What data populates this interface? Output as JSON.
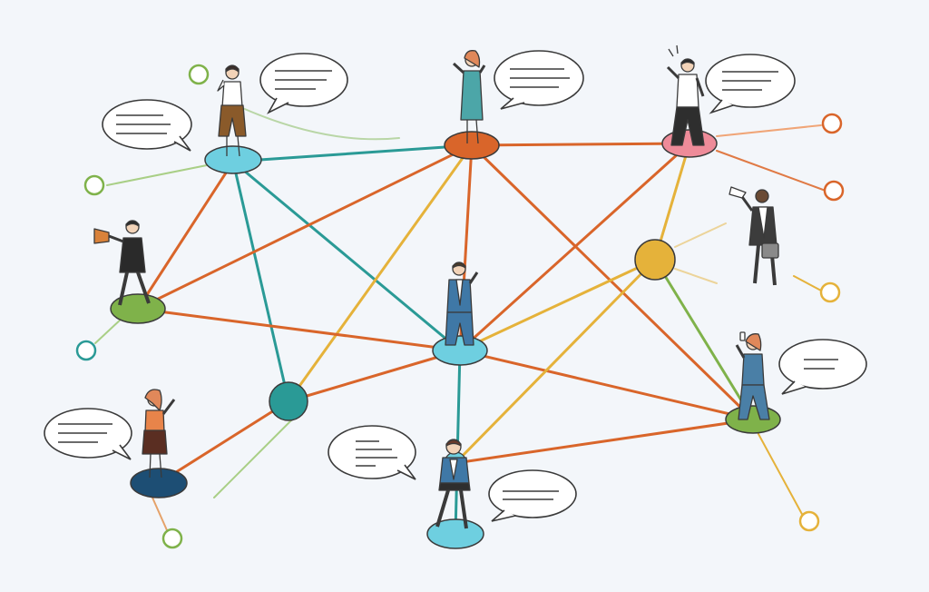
{
  "palette": {
    "background": "#f3f6fa",
    "orange": "#d9652a",
    "teal": "#2a9a96",
    "gold": "#e5b23a",
    "green": "#7fb24a",
    "navy": "#1d4e74",
    "sky": "#6ecfe0",
    "pink": "#ee8b99",
    "outline": "#3a3a3a",
    "bubble_fill": "#ffffff"
  },
  "nodes": [
    {
      "id": "top-left",
      "color": "sky",
      "figure": "person-thinking"
    },
    {
      "id": "top-center",
      "color": "orange",
      "figure": "person-talking"
    },
    {
      "id": "top-right",
      "color": "pink",
      "figure": "person-gesturing"
    },
    {
      "id": "mid-left",
      "color": "green",
      "figure": "person-megaphone"
    },
    {
      "id": "center",
      "color": "sky",
      "figure": "person-waving"
    },
    {
      "id": "hub-teal",
      "color": "teal",
      "figure": "none"
    },
    {
      "id": "hub-gold",
      "color": "gold",
      "figure": "none"
    },
    {
      "id": "right",
      "color": "green",
      "figure": "person-phone"
    },
    {
      "id": "bottom-left",
      "color": "navy",
      "figure": "person-speaking"
    },
    {
      "id": "bottom-center",
      "color": "sky",
      "figure": "person-walking"
    },
    {
      "id": "side-businessman",
      "color": "none",
      "figure": "person-megaphone-briefcase"
    }
  ],
  "edges": [
    {
      "from": "top-left",
      "to": "top-center",
      "color": "teal"
    },
    {
      "from": "top-left",
      "to": "hub-teal",
      "color": "teal"
    },
    {
      "from": "top-left",
      "to": "center",
      "color": "teal"
    },
    {
      "from": "top-left",
      "to": "mid-left",
      "color": "orange"
    },
    {
      "from": "top-center",
      "to": "top-right",
      "color": "orange"
    },
    {
      "from": "top-center",
      "to": "mid-left",
      "color": "orange"
    },
    {
      "from": "top-center",
      "to": "center",
      "color": "orange"
    },
    {
      "from": "top-center",
      "to": "right",
      "color": "orange"
    },
    {
      "from": "top-center",
      "to": "hub-teal",
      "color": "gold"
    },
    {
      "from": "top-right",
      "to": "center",
      "color": "orange"
    },
    {
      "from": "top-right",
      "to": "hub-gold",
      "color": "gold"
    },
    {
      "from": "mid-left",
      "to": "center",
      "color": "orange"
    },
    {
      "from": "center",
      "to": "right",
      "color": "orange"
    },
    {
      "from": "center",
      "to": "bottom-center",
      "color": "teal"
    },
    {
      "from": "center",
      "to": "hub-gold",
      "color": "gold"
    },
    {
      "from": "hub-teal",
      "to": "center",
      "color": "orange"
    },
    {
      "from": "hub-teal",
      "to": "bottom-left",
      "color": "orange"
    },
    {
      "from": "hub-gold",
      "to": "bottom-center",
      "color": "gold"
    },
    {
      "from": "hub-gold",
      "to": "right",
      "color": "green"
    },
    {
      "from": "bottom-center",
      "to": "right",
      "color": "orange"
    }
  ],
  "speech_bubbles": [
    {
      "id": "bubble-top-left-upper",
      "lines": 3
    },
    {
      "id": "bubble-top-left-lower",
      "lines": 3
    },
    {
      "id": "bubble-top-center",
      "lines": 3
    },
    {
      "id": "bubble-top-right",
      "lines": 3
    },
    {
      "id": "bubble-right",
      "lines": 2
    },
    {
      "id": "bubble-bottom-left",
      "lines": 3
    },
    {
      "id": "bubble-bottom-center-left",
      "lines": 4
    },
    {
      "id": "bubble-bottom-center-right",
      "lines": 2
    }
  ],
  "terminals": [
    {
      "id": "terminal-top-left",
      "color": "green"
    },
    {
      "id": "terminal-left-upper",
      "color": "green"
    },
    {
      "id": "terminal-left-lower",
      "color": "teal"
    },
    {
      "id": "terminal-bottom-left",
      "color": "green"
    },
    {
      "id": "terminal-right-top",
      "color": "orange"
    },
    {
      "id": "terminal-right-mid",
      "color": "orange"
    },
    {
      "id": "terminal-right-lower",
      "color": "gold"
    },
    {
      "id": "terminal-bottom-right",
      "color": "gold"
    }
  ]
}
